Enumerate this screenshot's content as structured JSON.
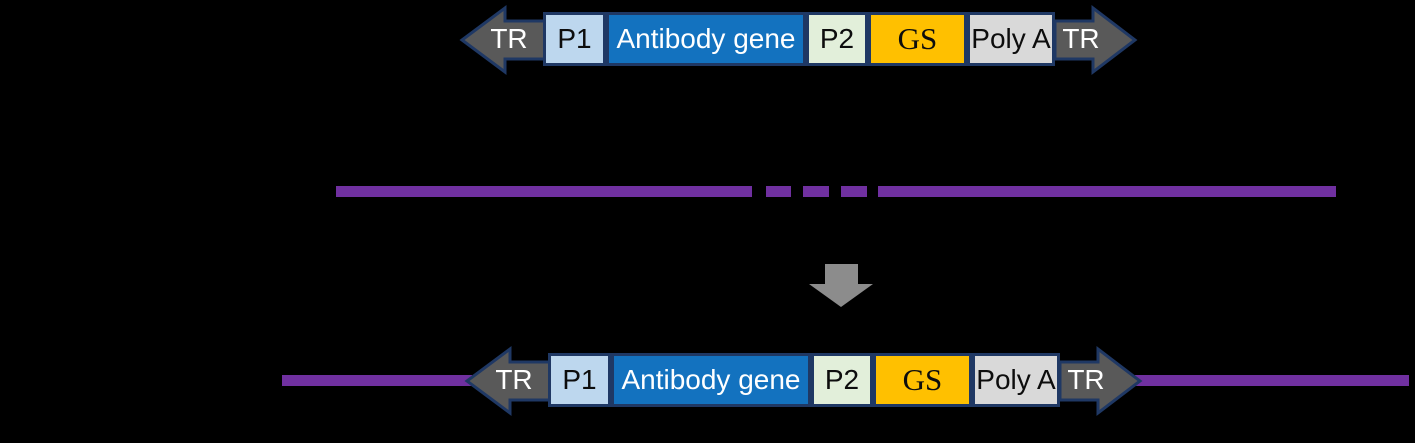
{
  "colors": {
    "background": "#000000",
    "box_border": "#1F3864",
    "tr_fill": "#595959",
    "tr_border": "#1F3864",
    "p1_fill": "#BDD7EE",
    "gene_fill": "#1372BF",
    "p2_fill": "#E2EFDA",
    "gs_fill": "#FFC000",
    "polya_fill": "#D9D9D9",
    "genome_line": "#7030A0",
    "down_arrow": "#8C8C8C"
  },
  "constructs": {
    "top": {
      "segments": [
        {
          "label": "TR"
        },
        {
          "label": "P1"
        },
        {
          "label": "Antibody gene"
        },
        {
          "label": "P2"
        },
        {
          "label": "GS"
        },
        {
          "label": "Poly A"
        },
        {
          "label": "TR"
        }
      ]
    },
    "bottom": {
      "segments": [
        {
          "label": "TR"
        },
        {
          "label": "P1"
        },
        {
          "label": "Antibody gene"
        },
        {
          "label": "P2"
        },
        {
          "label": "GS"
        },
        {
          "label": "Poly A"
        },
        {
          "label": "TR"
        }
      ]
    }
  }
}
